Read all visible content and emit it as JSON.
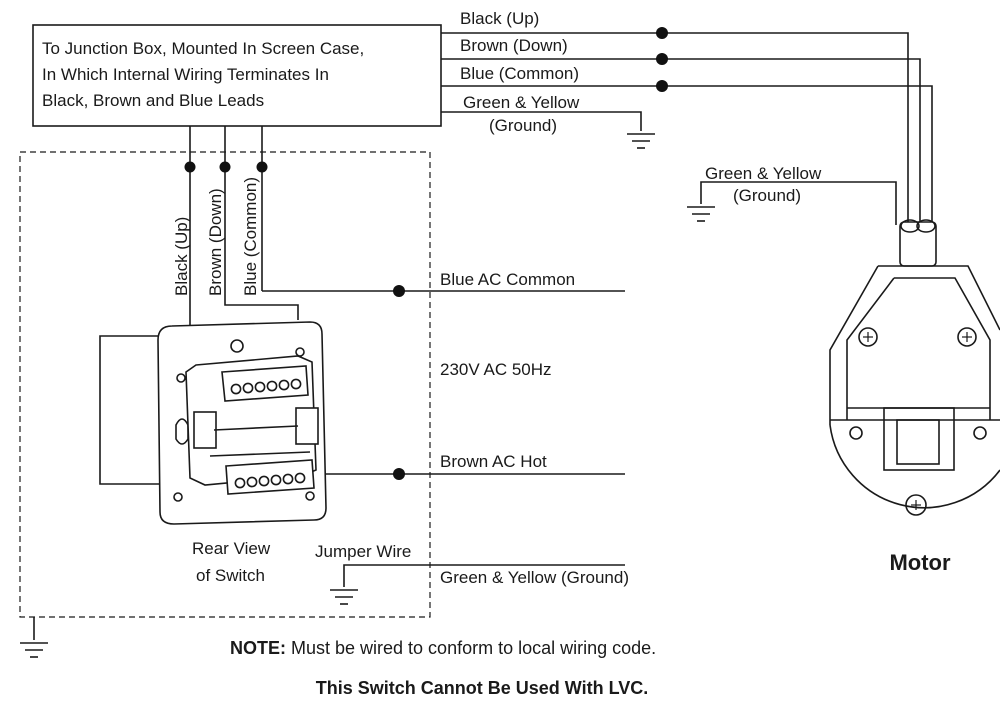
{
  "junction_box": {
    "line1": "To Junction Box, Mounted In Screen Case,",
    "line2": "In Which Internal Wiring Terminates In",
    "line3": "Black, Brown and Blue Leads"
  },
  "motor_leads": {
    "black": "Black (Up)",
    "brown": "Brown (Down)",
    "blue": "Blue (Common)",
    "ground_line1": "Green & Yellow",
    "ground_line2": "(Ground)"
  },
  "motor_ground": {
    "line1": "Green & Yellow",
    "line2": "(Ground)"
  },
  "switch_leads": {
    "black": "Black (Up)",
    "brown": "Brown (Down)",
    "blue": "Blue (Common)"
  },
  "ac": {
    "common": "Blue AC Common",
    "voltage": "230V AC 50Hz",
    "hot": "Brown AC Hot",
    "ground": "Green & Yellow (Ground)"
  },
  "jumper": "Jumper Wire",
  "switch_caption": {
    "line1": "Rear View",
    "line2": "of Switch"
  },
  "motor_label": "Motor",
  "note": {
    "label": "NOTE:",
    "text": " Must be wired to conform to local wiring code."
  },
  "warning": "This Switch Cannot Be Used With LVC."
}
